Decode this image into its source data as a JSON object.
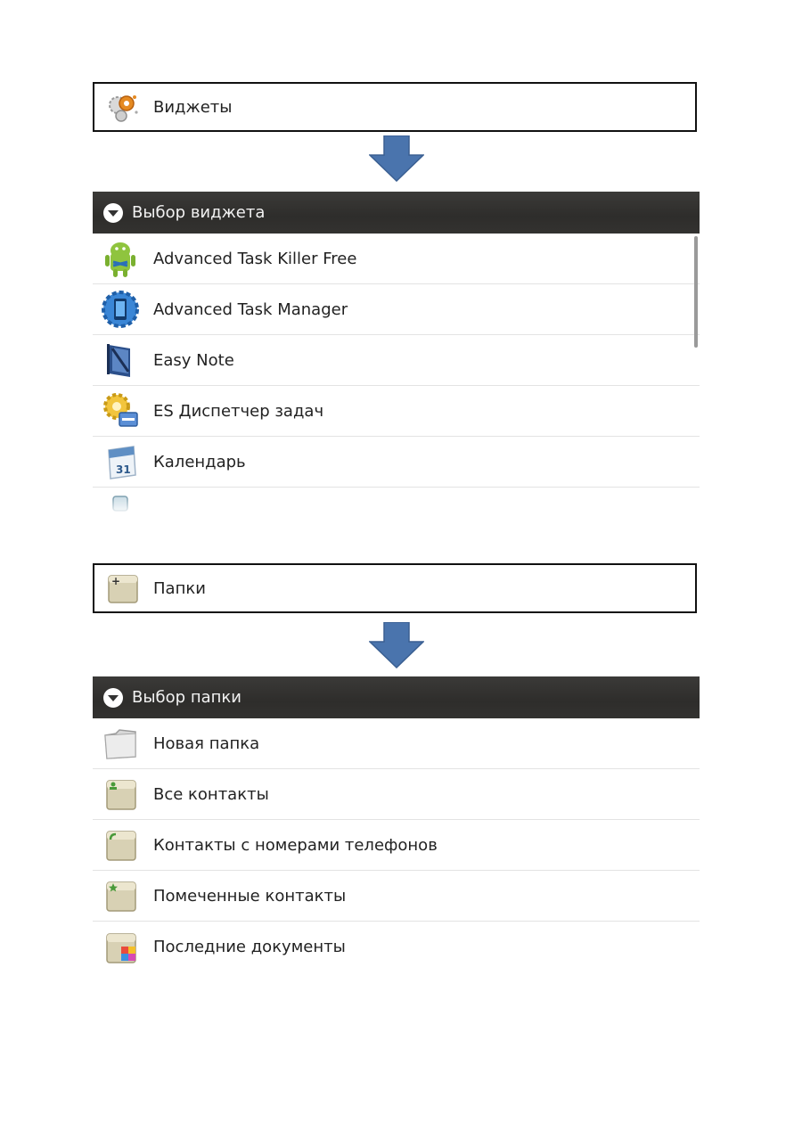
{
  "widgets_entry": {
    "label": "Виджеты",
    "icon": "widgets-gear-icon"
  },
  "widget_picker": {
    "title": "Выбор виджета",
    "header_icon": "circle-chevron-down-icon",
    "items": [
      {
        "label": "Advanced Task Killer Free",
        "icon": "android-robot-icon"
      },
      {
        "label": "Advanced Task Manager",
        "icon": "task-manager-gear-icon"
      },
      {
        "label": "Easy Note",
        "icon": "notebook-icon"
      },
      {
        "label": "ES Диспетчер задач",
        "icon": "es-task-manager-gear-icon"
      },
      {
        "label": "Календарь",
        "icon": "calendar-icon"
      },
      {
        "label": "",
        "icon": "partial-app-icon"
      }
    ]
  },
  "folders_entry": {
    "label": "Папки",
    "icon": "folder-plus-icon"
  },
  "folder_picker": {
    "title": "Выбор папки",
    "header_icon": "circle-chevron-down-icon",
    "items": [
      {
        "label": "Новая папка",
        "icon": "new-folder-icon"
      },
      {
        "label": "Все контакты",
        "icon": "contacts-folder-icon"
      },
      {
        "label": "Контакты с номерами телефонов",
        "icon": "phone-contacts-folder-icon"
      },
      {
        "label": "Помеченные контакты",
        "icon": "starred-contacts-folder-icon"
      },
      {
        "label": "Последние документы",
        "icon": "recent-documents-folder-icon"
      }
    ]
  },
  "colors": {
    "arrow": "#4a74ad",
    "header_bg": "#333230",
    "divider": "#e3e3e3"
  }
}
